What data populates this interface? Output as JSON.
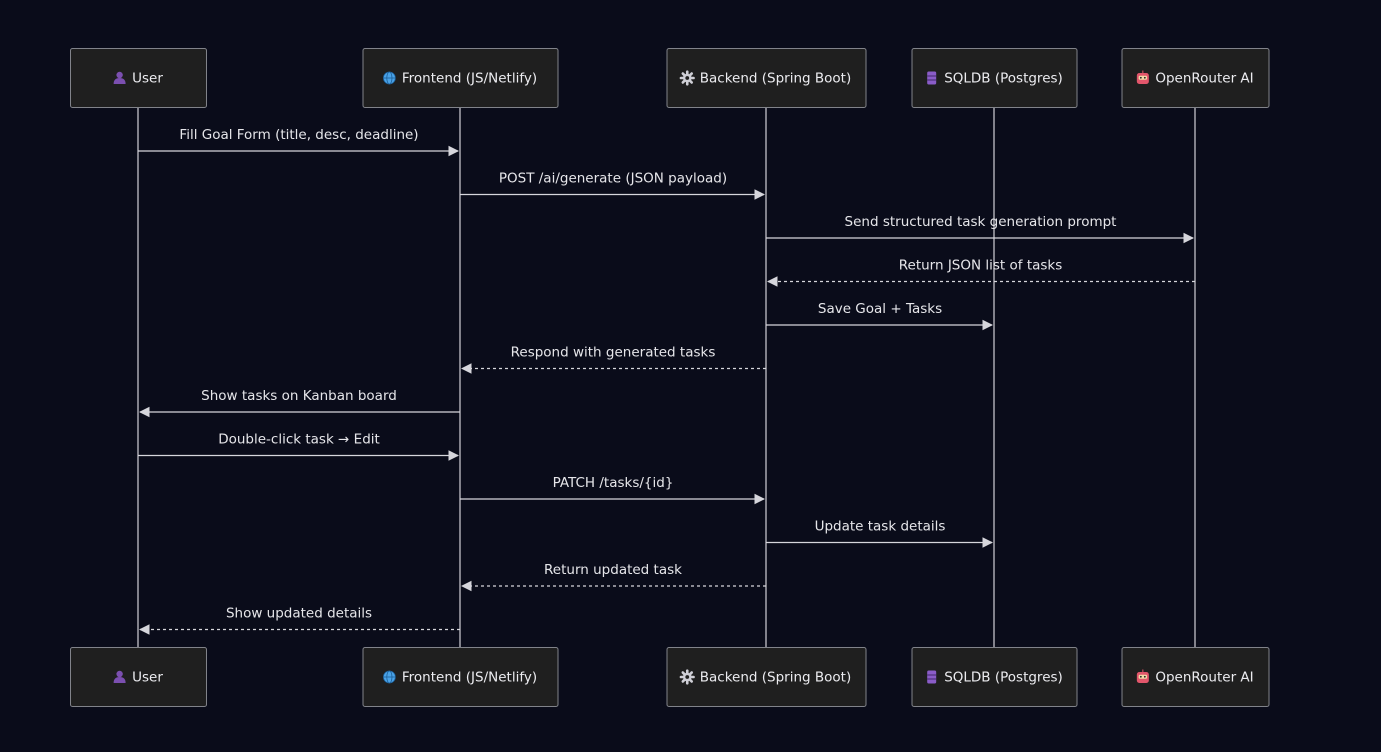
{
  "participants": [
    {
      "id": "user",
      "label": "User",
      "icon": "person-icon",
      "icon_color": "#7b4fb0"
    },
    {
      "id": "frontend",
      "label": "Frontend (JS/Netlify)",
      "icon": "globe-icon",
      "icon_color": "#4aa3e8"
    },
    {
      "id": "backend",
      "label": "Backend (Spring Boot)",
      "icon": "gear-icon",
      "icon_color": "#cfcfd6"
    },
    {
      "id": "db",
      "label": "SQLDB (Postgres)",
      "icon": "database-icon",
      "icon_color": "#8a5cc8"
    },
    {
      "id": "ai",
      "label": "OpenRouter AI",
      "icon": "robot-icon",
      "icon_color": "#e2566b"
    }
  ],
  "messages": [
    {
      "from": "user",
      "to": "frontend",
      "label": "Fill Goal Form (title, desc, deadline)",
      "style": "solid"
    },
    {
      "from": "frontend",
      "to": "backend",
      "label": "POST /ai/generate (JSON payload)",
      "style": "solid"
    },
    {
      "from": "backend",
      "to": "ai",
      "label": "Send structured task generation prompt",
      "style": "solid"
    },
    {
      "from": "ai",
      "to": "backend",
      "label": "Return JSON list of tasks",
      "style": "dashed"
    },
    {
      "from": "backend",
      "to": "db",
      "label": "Save Goal + Tasks",
      "style": "solid"
    },
    {
      "from": "backend",
      "to": "frontend",
      "label": "Respond with generated tasks",
      "style": "dashed"
    },
    {
      "from": "frontend",
      "to": "user",
      "label": "Show tasks on Kanban board",
      "style": "solid"
    },
    {
      "from": "user",
      "to": "frontend",
      "label": "Double-click task → Edit",
      "style": "solid"
    },
    {
      "from": "frontend",
      "to": "backend",
      "label": "PATCH /tasks/{id}",
      "style": "solid"
    },
    {
      "from": "backend",
      "to": "db",
      "label": "Update task details",
      "style": "solid"
    },
    {
      "from": "backend",
      "to": "frontend",
      "label": "Return updated task",
      "style": "dashed"
    },
    {
      "from": "frontend",
      "to": "user",
      "label": "Show updated details",
      "style": "dashed"
    }
  ],
  "colors": {
    "background": "#0a0c1a",
    "box_fill": "#1f1f1f",
    "box_stroke": "#81838a",
    "line": "#d6d6dc",
    "text": "#e6e6ea"
  }
}
